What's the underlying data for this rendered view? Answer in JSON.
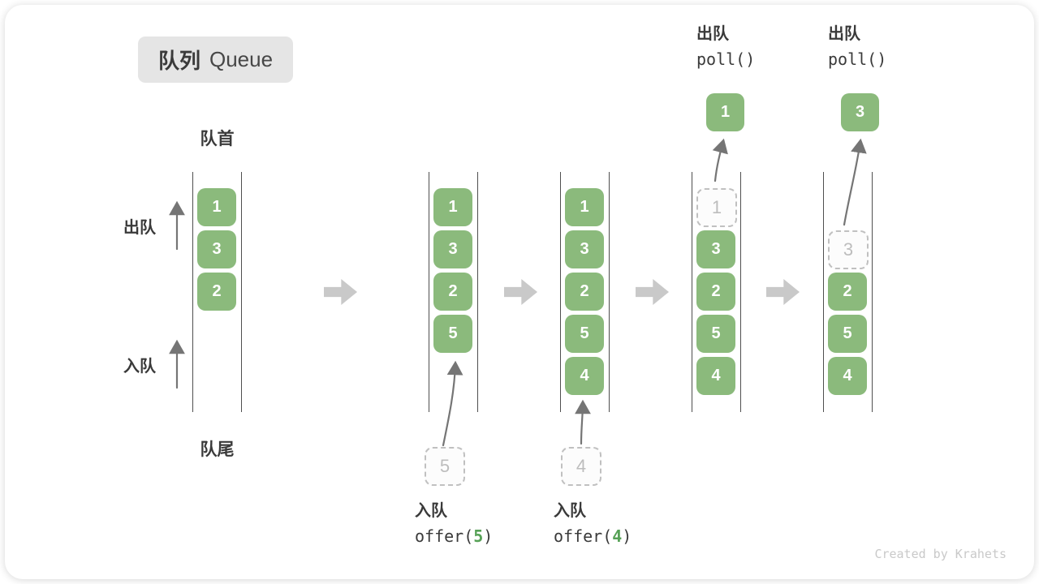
{
  "title": {
    "zh": "队列",
    "en": "Queue"
  },
  "labels": {
    "front": "队首",
    "rear": "队尾",
    "dequeue": "出队",
    "enqueue": "入队"
  },
  "states": [
    {
      "items": [
        "1",
        "3",
        "2"
      ]
    },
    {
      "items": [
        "1",
        "3",
        "2",
        "5"
      ],
      "staged": "5"
    },
    {
      "items": [
        "1",
        "3",
        "2",
        "5",
        "4"
      ],
      "staged": "4"
    },
    {
      "items": [
        "3",
        "2",
        "5",
        "4"
      ],
      "removed": "1",
      "result": "1"
    },
    {
      "items": [
        "2",
        "5",
        "4"
      ],
      "removed": "3",
      "result": "3"
    }
  ],
  "ops": {
    "enqueue5": {
      "action": "入队",
      "fn": "offer(",
      "arg": "5",
      "close": ")"
    },
    "enqueue4": {
      "action": "入队",
      "fn": "offer(",
      "arg": "4",
      "close": ")"
    },
    "dequeue1": {
      "action": "出队",
      "fn": "poll()"
    },
    "dequeue2": {
      "action": "出队",
      "fn": "poll()"
    }
  },
  "colors": {
    "box_green": "#8bba7c",
    "arg_green": "#56a156",
    "ghost_gray": "#c0c0c0",
    "flow_arrow_gray": "#c9c9c9",
    "line_dark": "#4f4f4f"
  },
  "watermark": "Created by Krahets"
}
